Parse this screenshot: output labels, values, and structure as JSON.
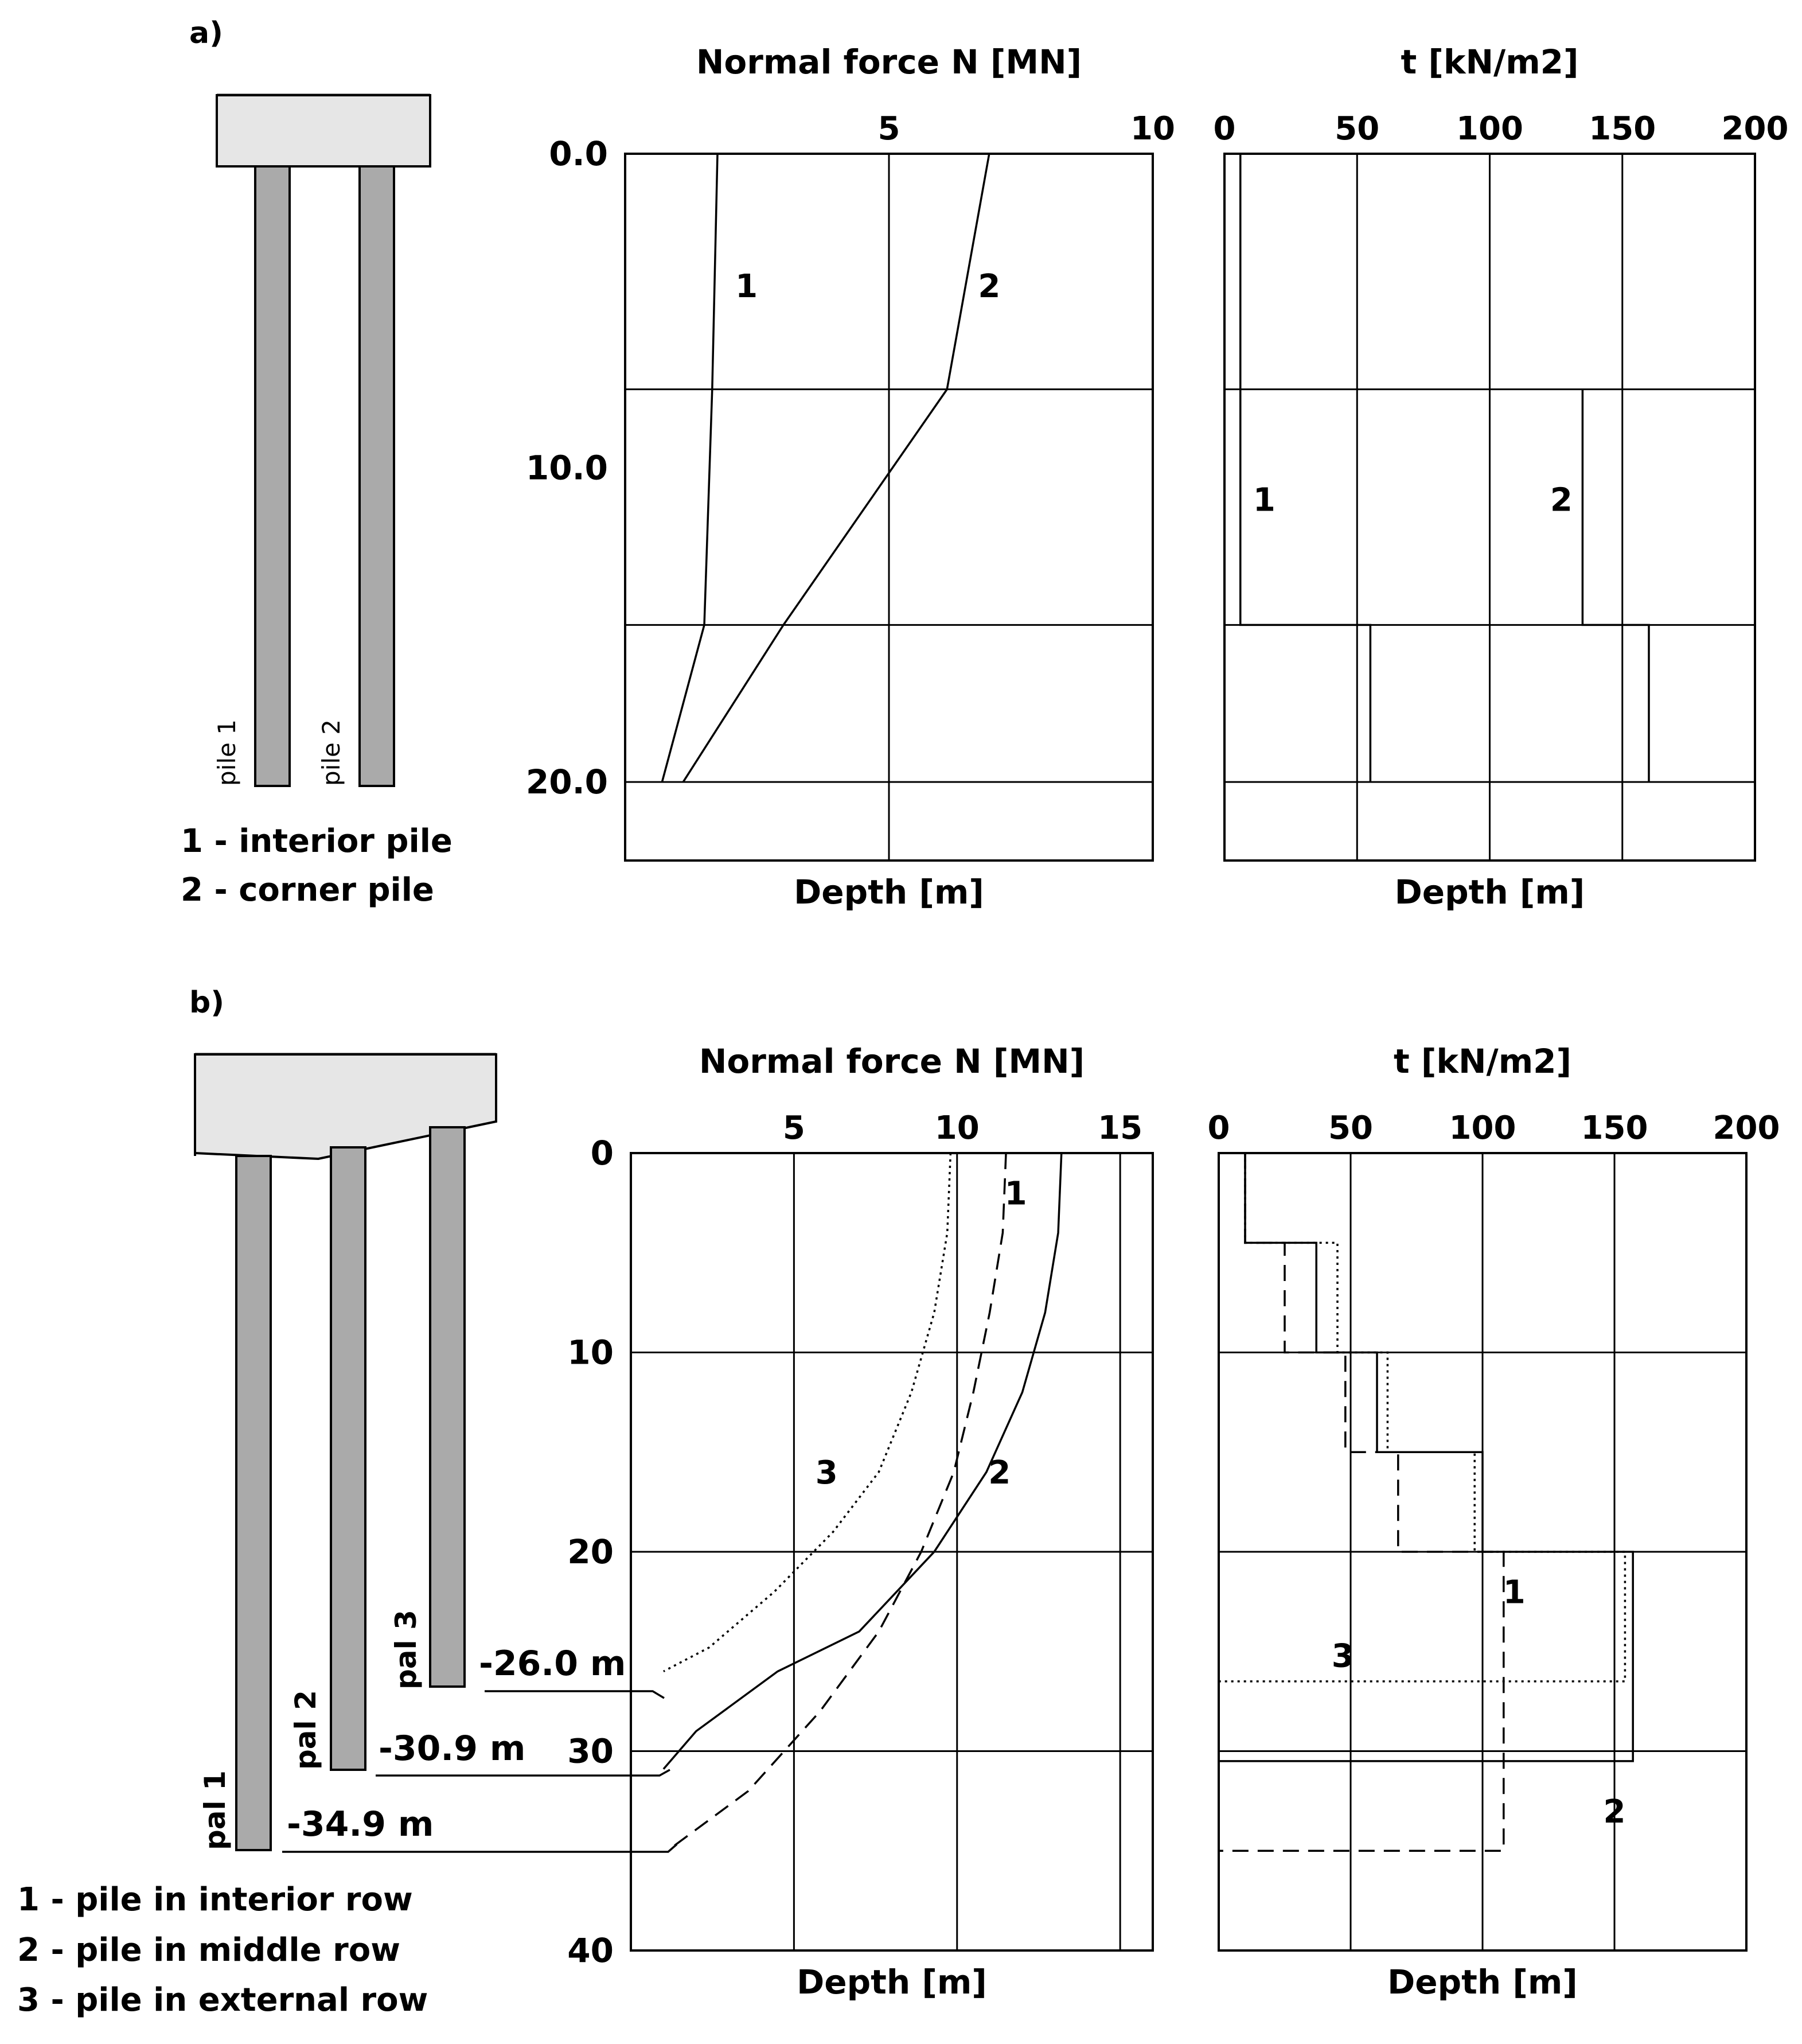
{
  "panel_labels": {
    "a": "a)",
    "b": "b)"
  },
  "legend_a": [
    "1 - interior pile",
    "2 - corner pile"
  ],
  "legend_b": [
    "1 - pile in interior row",
    "2 - pile in middle row",
    "3 - pile in external row"
  ],
  "pile_labels_a": [
    "pile 1",
    "pile 2"
  ],
  "pile_labels_b": [
    "pal 1",
    "pal 2",
    "pal 3"
  ],
  "pile_tip_labels_b": [
    "-34.9 m",
    "-30.9 m",
    "-26.0 m"
  ],
  "chart_data": [
    {
      "id": "a_normal_force",
      "type": "line",
      "title": "Normal force N [MN]",
      "xlabel": "Depth [m]",
      "xlim": [
        0,
        10
      ],
      "ylim": [
        0,
        22.5
      ],
      "x_ticks": [
        5,
        10
      ],
      "x_tick_labels": [
        "5",
        "10"
      ],
      "y_ticks": [
        0,
        10,
        20
      ],
      "y_tick_labels": [
        "0.0",
        "10.0",
        "20.0"
      ],
      "h_gridlines": [
        7.5,
        15,
        20
      ],
      "v_gridlines": [
        5
      ],
      "series": [
        {
          "name": "1",
          "style": "solid",
          "x": [
            1.75,
            1.65,
            1.5,
            0.7
          ],
          "y": [
            0,
            7.5,
            15,
            20
          ],
          "label_at": [
            2.3,
            4.2
          ]
        },
        {
          "name": "2",
          "style": "solid",
          "x": [
            6.9,
            6.1,
            3.0,
            1.1
          ],
          "y": [
            0,
            7.5,
            15,
            20
          ],
          "label_at": [
            6.9,
            4.2
          ]
        }
      ]
    },
    {
      "id": "a_shaft_friction",
      "type": "line",
      "title": "t [kN/m2]",
      "xlabel": "Depth [m]",
      "xlim": [
        0,
        200
      ],
      "ylim": [
        0,
        22.5
      ],
      "x_ticks": [
        0,
        50,
        100,
        150,
        200
      ],
      "x_tick_labels": [
        "0",
        "50",
        "100",
        "150",
        "200"
      ],
      "h_gridlines": [
        7.5,
        15,
        20
      ],
      "v_gridlines": [
        50,
        100,
        150
      ],
      "series": [
        {
          "name": "1",
          "style": "solid",
          "x": [
            6,
            6,
            55,
            55
          ],
          "y": [
            0,
            15,
            15,
            20
          ],
          "label_at": [
            15,
            11
          ]
        },
        {
          "name": "2",
          "style": "solid",
          "x": [
            135,
            135,
            160,
            160
          ],
          "y": [
            7.5,
            15,
            15,
            20
          ],
          "label_at": [
            127,
            11
          ]
        }
      ]
    },
    {
      "id": "b_normal_force",
      "type": "line",
      "title": "Normal force N [MN]",
      "xlabel": "Depth [m]",
      "xlim": [
        0,
        16
      ],
      "ylim": [
        0,
        40
      ],
      "x_ticks": [
        5,
        10,
        15
      ],
      "x_tick_labels": [
        "5",
        "10",
        "15"
      ],
      "y_ticks": [
        0,
        10,
        20,
        30,
        40
      ],
      "y_tick_labels": [
        "0",
        "10",
        "20",
        "30",
        "40"
      ],
      "h_gridlines": [
        10,
        20,
        30
      ],
      "v_gridlines": [
        5,
        10,
        15
      ],
      "series": [
        {
          "name": "1",
          "style": "dashed",
          "x": [
            11.5,
            11.4,
            11.0,
            10.5,
            9.9,
            8.9,
            7.6,
            5.8,
            3.6,
            1.2
          ],
          "y": [
            0,
            4,
            8,
            12,
            16,
            20,
            24,
            28,
            32,
            34.9
          ],
          "label_at": [
            11.8,
            2
          ]
        },
        {
          "name": "2",
          "style": "solid",
          "x": [
            13.2,
            13.1,
            12.7,
            12.0,
            10.9,
            9.3,
            7.0,
            4.5,
            2.0,
            1.0
          ],
          "y": [
            0,
            4,
            8,
            12,
            16,
            20,
            24,
            26,
            29,
            30.9
          ],
          "label_at": [
            11.3,
            16
          ]
        },
        {
          "name": "3",
          "style": "dotted",
          "x": [
            9.8,
            9.7,
            9.3,
            8.6,
            7.6,
            6.2,
            4.4,
            2.4,
            1.0
          ],
          "y": [
            0,
            4,
            8,
            12,
            16,
            19,
            22,
            24.8,
            26.0
          ],
          "label_at": [
            6.0,
            16
          ]
        }
      ]
    },
    {
      "id": "b_shaft_friction",
      "type": "line",
      "title": "t [kN/m2]",
      "xlabel": "Depth [m]",
      "xlim": [
        0,
        200
      ],
      "ylim": [
        0,
        40
      ],
      "x_ticks": [
        0,
        50,
        100,
        150,
        200
      ],
      "x_tick_labels": [
        "0",
        "50",
        "100",
        "150",
        "200"
      ],
      "h_gridlines": [
        10,
        20,
        30
      ],
      "v_gridlines": [
        50,
        100,
        150
      ],
      "series": [
        {
          "name": "1",
          "style": "dashed",
          "x": [
            10,
            10,
            25,
            25,
            48,
            48,
            68,
            68,
            108,
            108,
            0
          ],
          "y": [
            0,
            4.5,
            4.5,
            10,
            10,
            15,
            15,
            20,
            20,
            35,
            35
          ],
          "label_at": [
            112,
            22
          ]
        },
        {
          "name": "2",
          "style": "solid",
          "x": [
            10,
            10,
            37,
            37,
            60,
            60,
            100,
            100,
            157,
            157,
            0
          ],
          "y": [
            0,
            4.5,
            4.5,
            10,
            10,
            15,
            15,
            20,
            20,
            30.5,
            30.5
          ],
          "label_at": [
            150,
            33
          ]
        },
        {
          "name": "3",
          "style": "dotted",
          "x": [
            10,
            10,
            45,
            45,
            64,
            64,
            97,
            97,
            154,
            154,
            0
          ],
          "y": [
            0,
            4.5,
            4.5,
            10,
            10,
            15,
            15,
            20,
            20,
            26.5,
            26.5
          ],
          "label_at": [
            47,
            25.2
          ]
        }
      ]
    }
  ]
}
